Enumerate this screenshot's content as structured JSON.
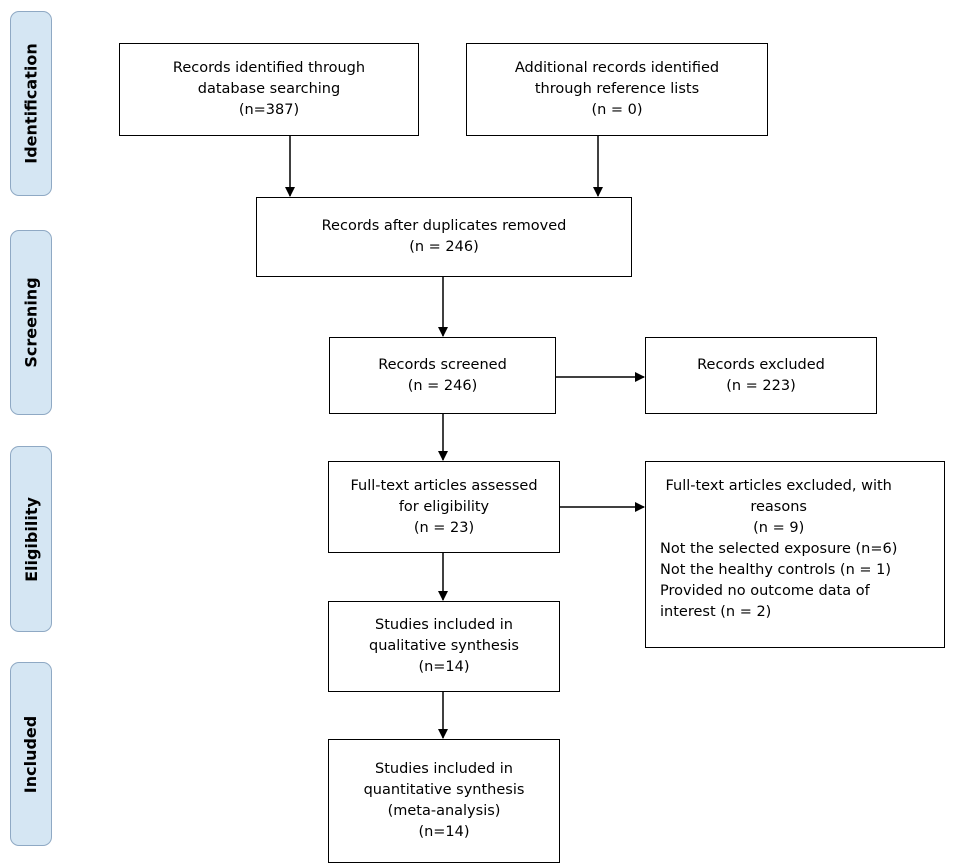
{
  "stages": {
    "identification": "Identification",
    "screening": "Screening",
    "eligibility": "Eligibility",
    "included": "Included"
  },
  "boxes": {
    "db_search": "Records identified through\ndatabase searching\n(n=387)",
    "reference_lists": "Additional records identified\nthrough reference lists\n(n = 0)",
    "after_duplicates": "Records after duplicates removed\n(n = 246)",
    "screened": "Records screened\n(n = 246)",
    "excluded": "Records excluded\n(n = 223)",
    "fulltext_assessed": "Full-text articles assessed\nfor eligibility\n(n = 23)",
    "fulltext_excluded": {
      "heading_1": "Full-text articles excluded, with",
      "heading_2": "reasons",
      "count": "(n = 9)",
      "reasons": [
        "Not the selected exposure (n=6)",
        "Not the healthy controls (n = 1)",
        "Provided no outcome data of",
        "interest (n = 2)"
      ]
    },
    "qualitative": "Studies included in\nqualitative synthesis\n(n=14)",
    "quantitative": "Studies included in\nquantitative synthesis\n(meta-analysis)\n(n=14)"
  }
}
